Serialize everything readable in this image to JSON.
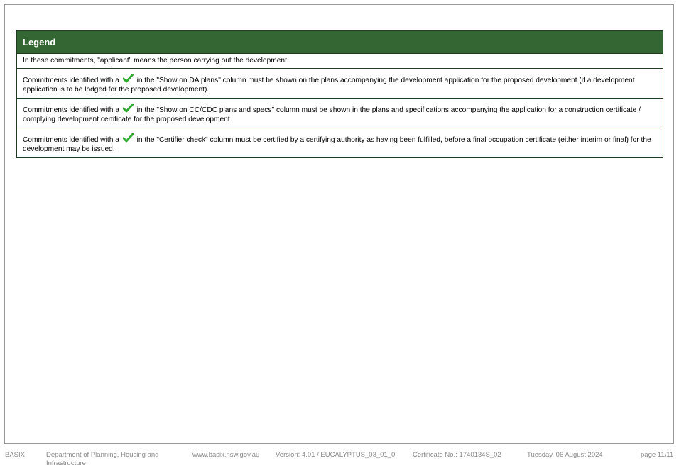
{
  "legend": {
    "title": "Legend",
    "intro": "In these commitments, \"applicant\" means the person carrying out the development.",
    "rows": [
      {
        "prefix": "Commitments identified with a",
        "suffix": "in the \"Show on DA plans\" column must be shown on the plans accompanying the development application for the proposed development (if a development application is to be lodged for the proposed development)."
      },
      {
        "prefix": "Commitments identified with a",
        "suffix": "in the \"Show on CC/CDC plans and specs\" column must be shown in the plans and specifications accompanying the application for a construction certificate / complying development certificate for the proposed development."
      },
      {
        "prefix": "Commitments identified with a",
        "suffix": "in the \"Certifier check\" column must be certified by a certifying authority as having been fulfilled, before a final occupation certificate (either interim or final) for the development may be issued."
      }
    ],
    "check_icon": "check-icon",
    "header_color": "#336633",
    "check_color": "#2eaa2e"
  },
  "footer": {
    "brand": "BASIX",
    "department": "Department of Planning, Housing and Infrastructure",
    "website": "www.basix.nsw.gov.au",
    "version": "Version: 4.01 / EUCALYPTUS_03_01_0",
    "certificate": "Certificate No.: 1740134S_02",
    "date": "Tuesday, 06 August 2024",
    "page": "page 11/11"
  }
}
